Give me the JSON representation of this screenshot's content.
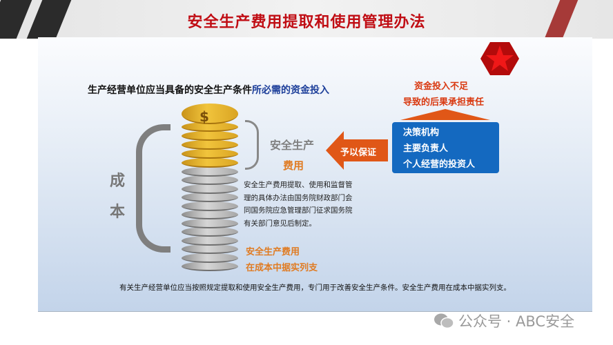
{
  "title": "安全生产费用提取和使用管理办法",
  "heading": {
    "black": "生产经营单位应当具备的安全生产条件",
    "blue": "所必需的资金投入"
  },
  "cost_label": [
    "成",
    "本"
  ],
  "fee_label": {
    "line1": "安全生产",
    "line2": "费用"
  },
  "arrow_label": "予以保证",
  "responsible": [
    "决策机构",
    "主要负责人",
    "个人经营的投资人"
  ],
  "consequence": [
    "资金投入不足",
    "导致的后果承担责任"
  ],
  "description": [
    "安全生产费用提取、使用和监督管",
    "理的具体办法由国务院财政部门会",
    "同国务院应急管理部门征求国务院",
    "有关部门意见后制定。"
  ],
  "list_note": [
    "安全生产费用",
    "在成本中据实列支"
  ],
  "footer": "有关生产经营单位应当按照规定提取和使用安全生产费用，专门用于改善安全生产条件。安全生产费用在成本中据实列支。",
  "watermark": "公众号 · ABC安全",
  "colors": {
    "title": "#c00d14",
    "box": "#1469c0",
    "arrow": "#e05717"
  }
}
